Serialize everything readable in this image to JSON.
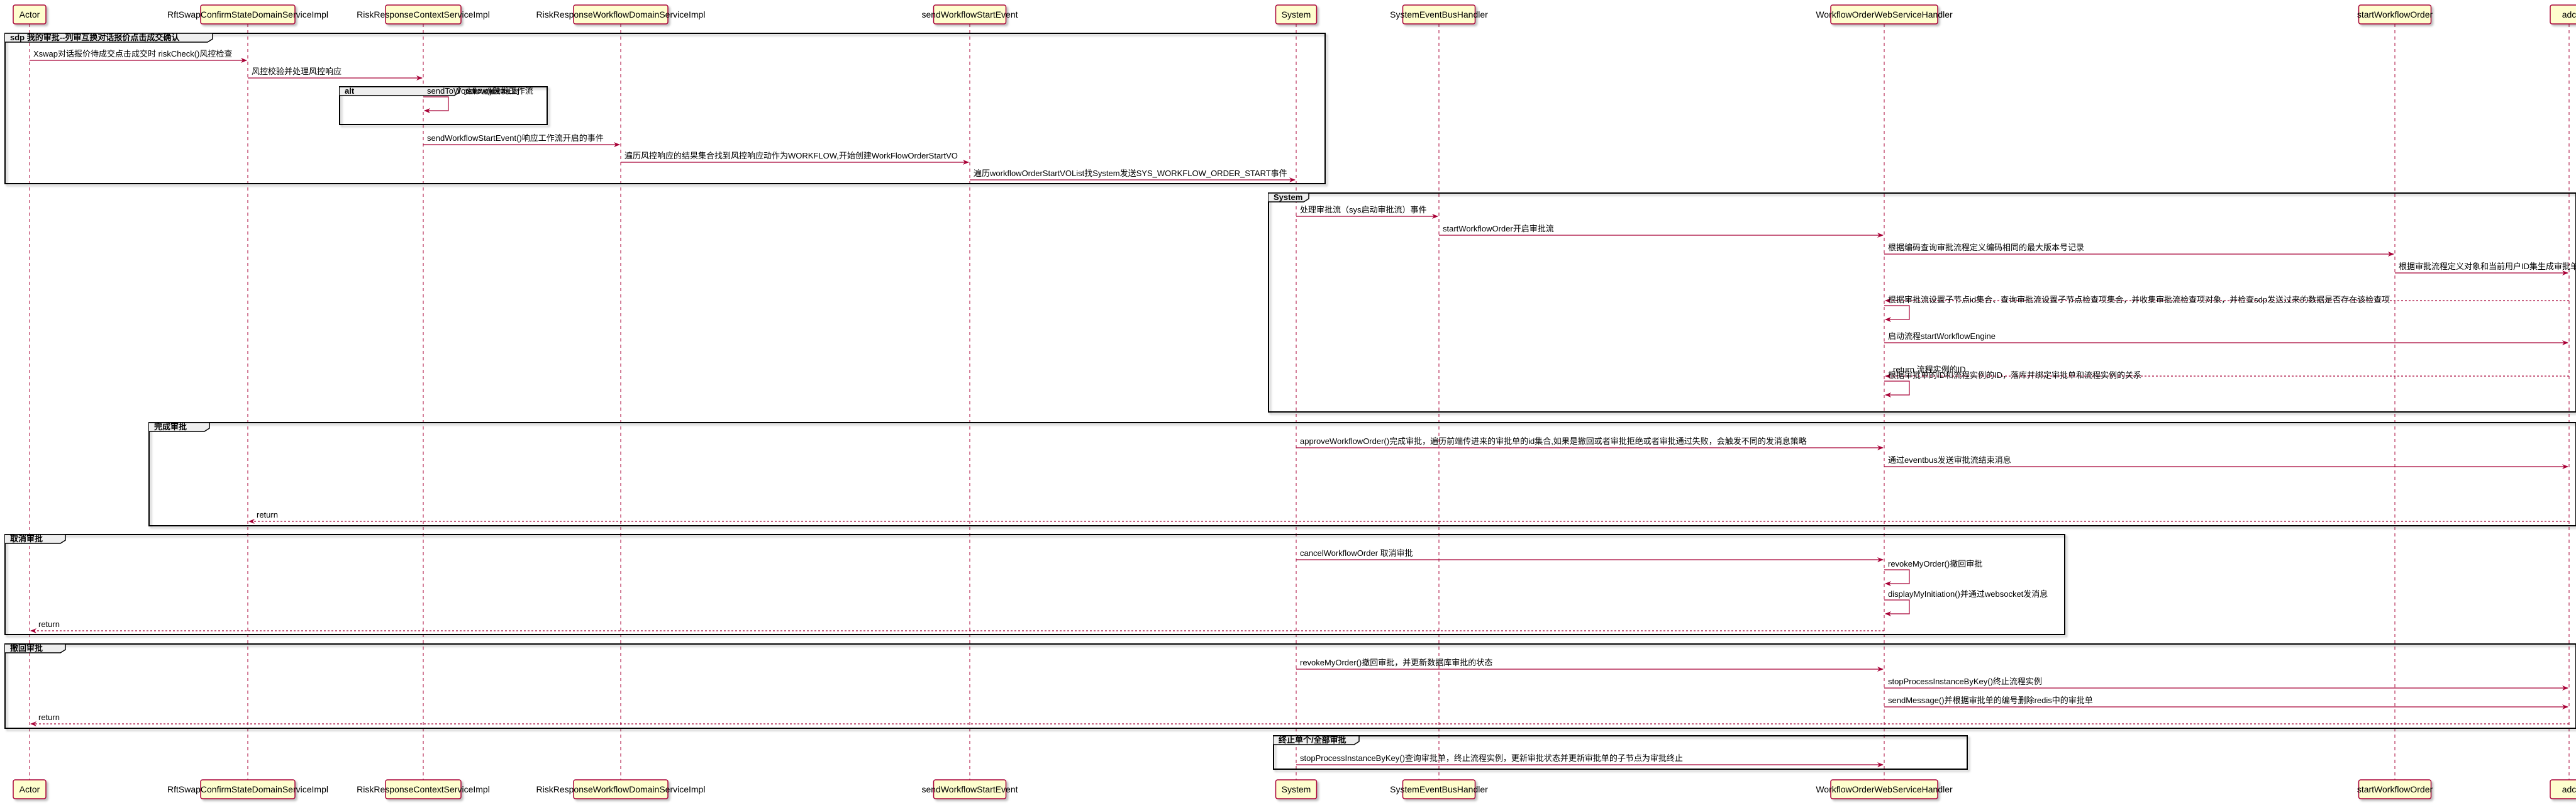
{
  "colors": {
    "arrow": "#A80036",
    "participant_fill": "#FEFECE",
    "participant_border": "#A80036",
    "frame_border": "#000000",
    "background": "#FFFFFF"
  },
  "participants": [
    "Actor",
    "RftSwapConfirmStateDomainServiceImpl",
    "RiskResponseContextServiceImpl",
    "RiskResponseWorkflowDomainServiceImpl",
    "sendWorkflowStartEvent",
    "System",
    "SystemEventBusHandler",
    "WorkflowOrderWebServiceHandler",
    "startWorkflowOrder",
    "adc"
  ],
  "frames": [
    {
      "label": "sdp 我的审批--列审互换对话报价点击成交确认",
      "guard": ""
    },
    {
      "label": "alt",
      "guard": "[如果风控触发审批流]"
    },
    {
      "label": "System",
      "guard": ""
    },
    {
      "label": "完成审批",
      "guard": ""
    },
    {
      "label": "取消审批",
      "guard": ""
    },
    {
      "label": "撤回审批",
      "guard": ""
    },
    {
      "label": "终止单个/全部审批",
      "guard": ""
    }
  ],
  "messages": [
    "Xswap对话报价待成交点击成交时 riskCheck()风控检查",
    "风控校验并处理风控响应",
    "sendToWorkflow()触发工作流",
    "sendWorkflowStartEvent()响应工作流开启的事件",
    "遍历风控响应的结果集合找到风控响应动作为WORKFLOW,开始创建WorkFlowOrderStartVO",
    "遍历workflowOrderStartVOList找System发送SYS_WORKFLOW_ORDER_START事件",
    "处理审批流（sys启动审批流）事件",
    "startWorkflowOrder开启审批流",
    "根据编码查询审批流程定义编码相同的最大版本号记录",
    "根据审批流程定义对象和当前用户ID集生成审批单",
    "",
    "根据审批流设置子节点id集合、查询审批流设置子节点检查项集合，并收集审批流检查项对象，并检查sdp发送过来的数据是否存在该检查项",
    "启动流程startWorkflowEngine",
    "return 流程实例的ID",
    "根据审批单的ID和流程实例的ID，落库并绑定审批单和流程实例的关系",
    "approveWorkflowOrder()完成审批，遍历前端传进来的审批单的id集合,如果是撤回或者审批拒绝或者审批通过失败，会触发不同的发消息策略",
    "通过eventbus发送审批流结束消息",
    "return",
    "cancelWorkflowOrder 取消审批",
    "revokeMyOrder()撤回审批",
    "displayMyInitiation()并通过websocket发消息",
    "return",
    "revokeMyOrder()撤回审批，并更新数据库审批的状态",
    "stopProcessInstanceByKey()终止流程实例",
    "sendMessage()并根据审批单的编号删除redis中的审批单",
    "return",
    "stopProcessInstanceByKey()查询审批单，终止流程实例，更新审批状态并更新审批单的子节点为审批终止"
  ]
}
